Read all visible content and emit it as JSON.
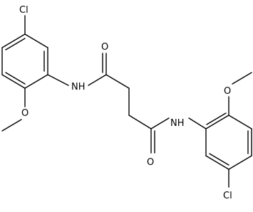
{
  "molecule": {
    "labels": {
      "cl_left": "Cl",
      "o_methoxy_left": "O",
      "nh_left": "NH",
      "o_carbonyl_top": "O",
      "nh_right": "NH",
      "o_carbonyl_bottom": "O",
      "o_methoxy_right": "O",
      "cl_right": "Cl"
    },
    "colors": {
      "bond": "#000000",
      "label": "#000000",
      "background": "#ffffff"
    }
  }
}
